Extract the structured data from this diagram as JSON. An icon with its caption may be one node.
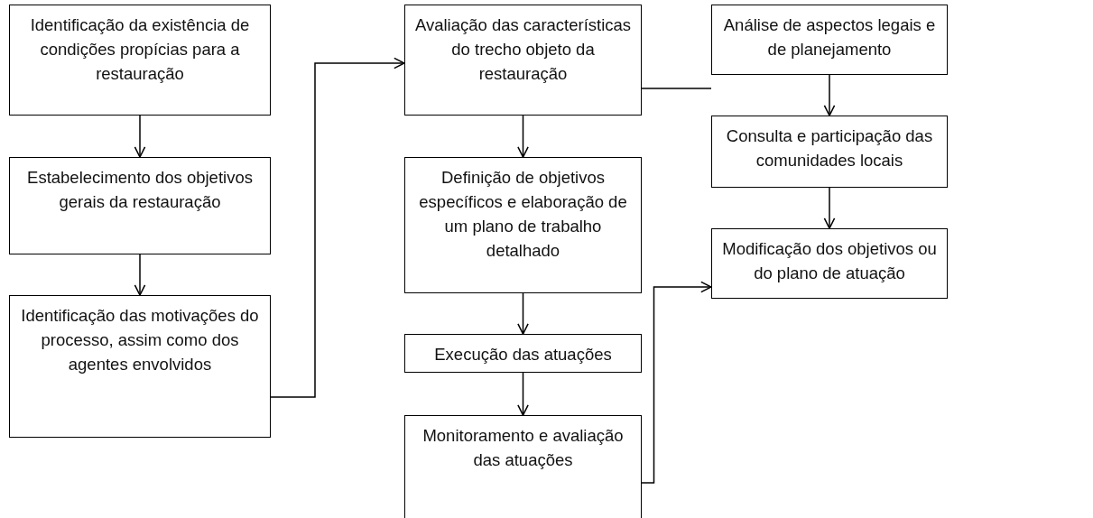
{
  "diagram": {
    "nodes": [
      {
        "text": [
          "Identificação da existência de condições propícias para a restauração"
        ]
      },
      {
        "text": [
          "Estabelecimento dos objetivos gerais da restauração"
        ]
      },
      {
        "text": [
          "Identificação das motivações do processo, assim como dos agentes envolvidos"
        ]
      },
      {
        "text": [
          "Avaliação das características do trecho objeto da restauração"
        ]
      },
      {
        "text": [
          "Definição de objetivos específicos e elaboração de um plano de trabalho detalhado"
        ]
      },
      {
        "text": [
          "Execução das atuações"
        ]
      },
      {
        "text": [
          "Monitoramento e avaliação das atuações"
        ]
      },
      {
        "text": [
          "Análise de aspectos legais e de planejamento"
        ]
      },
      {
        "text": [
          "Consulta e participação das comunidades locais"
        ]
      },
      {
        "text": [
          "Modificação dos objetivos ou do plano de atuação"
        ]
      }
    ],
    "edges": [
      {
        "from": 0,
        "to": 1,
        "arrow": "to"
      },
      {
        "from": 1,
        "to": 2,
        "arrow": "to"
      },
      {
        "from": 2,
        "to": 3,
        "arrow": "to"
      },
      {
        "from": 3,
        "to": 4,
        "arrow": "to"
      },
      {
        "from": 4,
        "to": 5,
        "arrow": "to"
      },
      {
        "from": 5,
        "to": 6,
        "arrow": "to"
      },
      {
        "from": 3,
        "to": 7,
        "arrow": "none"
      },
      {
        "from": 7,
        "to": 8,
        "arrow": "to"
      },
      {
        "from": 8,
        "to": 9,
        "arrow": "to"
      },
      {
        "from": 6,
        "to": 9,
        "arrow": "to"
      }
    ]
  }
}
